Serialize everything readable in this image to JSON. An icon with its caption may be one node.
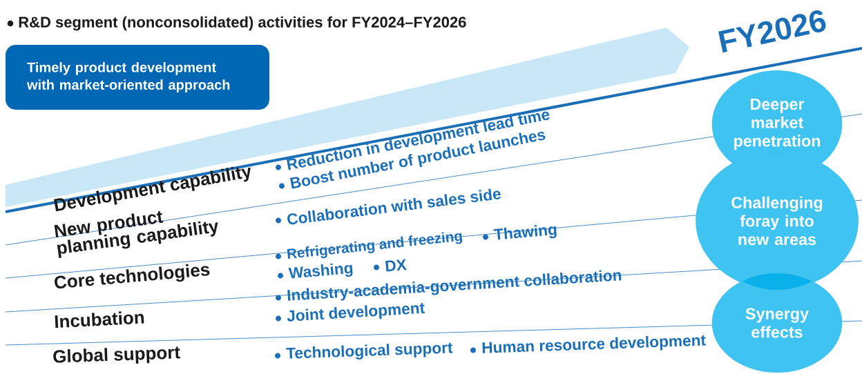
{
  "diagram": {
    "title": "R&D segment (nonconsolidated) activities for FY2024–FY2026",
    "nodes": [
      {
        "text": [
          "Timely product development with market-oriented approach"
        ]
      },
      {
        "text": [
          "Deeper market penetration"
        ]
      },
      {
        "text": [
          "Challenging foray into new areas"
        ]
      },
      {
        "text": [
          "Synergy effects"
        ]
      }
    ],
    "labels": [
      "FY2026",
      "Development capability",
      "Reduction in development lead time",
      "Boost number of product launches",
      "New product planning capability",
      "Collaboration with sales side",
      "Core technologies",
      "Refrigerating and freezing",
      "Thawing",
      "Washing",
      "DX",
      "Incubation",
      "Industry-academia-government collaboration",
      "Joint development",
      "Global support",
      "Technological support",
      "Human resource development"
    ]
  }
}
